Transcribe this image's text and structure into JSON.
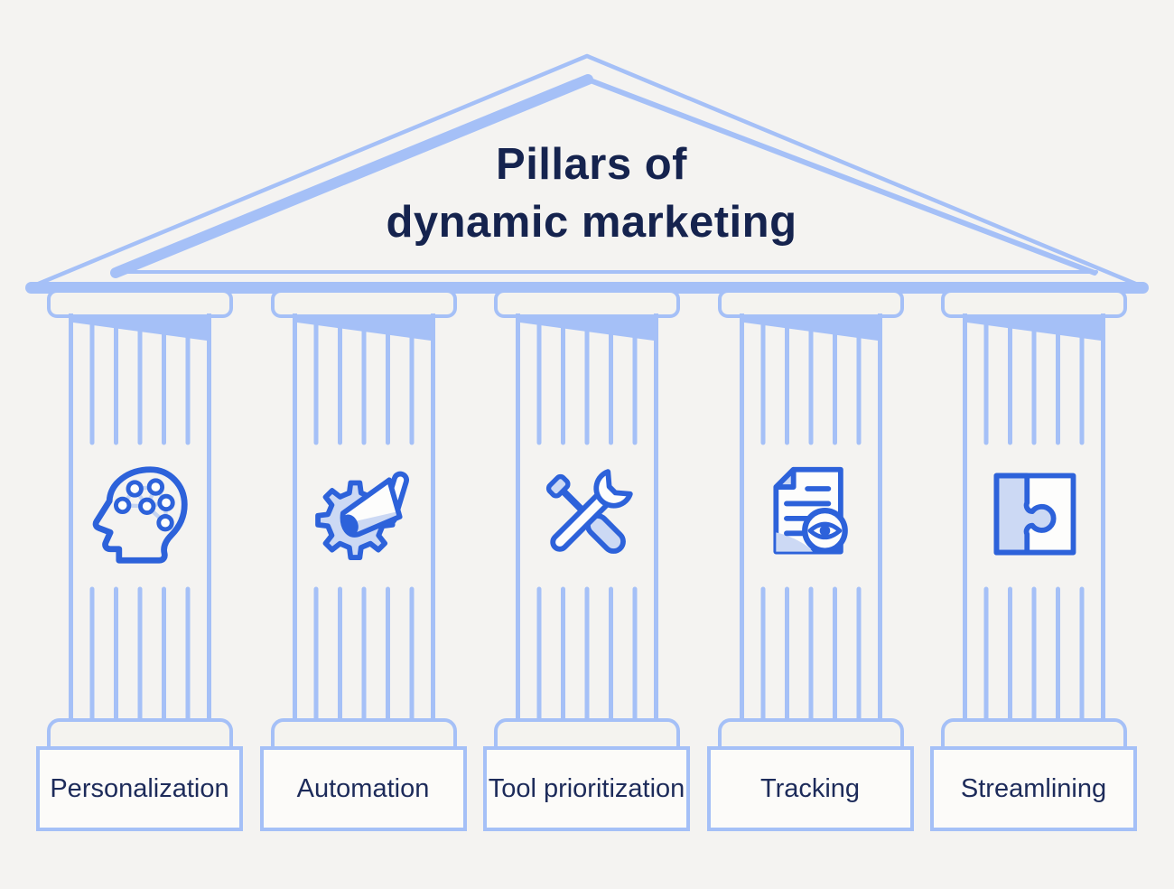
{
  "title": {
    "line1": "Pillars of",
    "line2": "dynamic marketing"
  },
  "pillars": [
    {
      "id": "personalization",
      "label": "Personalization",
      "icon": "head-network-icon"
    },
    {
      "id": "automation",
      "label": "Automation",
      "icon": "gear-megaphone-icon"
    },
    {
      "id": "tool-prioritization",
      "label": "Tool prioritization",
      "icon": "tools-icon"
    },
    {
      "id": "tracking",
      "label": "Tracking",
      "icon": "document-eye-icon"
    },
    {
      "id": "streamlining",
      "label": "Streamlining",
      "icon": "puzzle-piece-icon"
    }
  ],
  "colors": {
    "background": "#f4f3f1",
    "outline_blue": "#a5c0f7",
    "icon_stroke_blue": "#2d62da",
    "icon_fill_light": "#ccd9f4",
    "node_link_blue": "#c5d4f1",
    "navy_text": "#15234e",
    "panel_fill": "#f4f3ef",
    "label_fill": "#fcfbf9"
  }
}
